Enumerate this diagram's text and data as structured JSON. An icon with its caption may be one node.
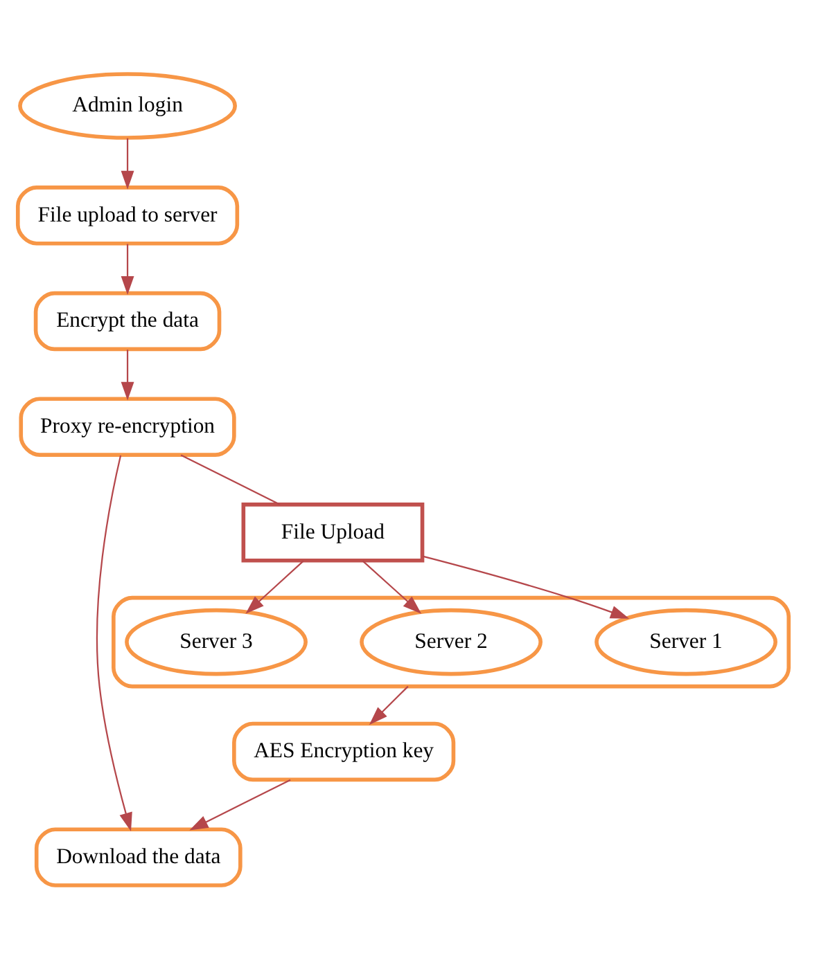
{
  "diagram": {
    "nodes": [
      {
        "text": [
          "Admin login"
        ]
      },
      {
        "text": [
          "File upload to server"
        ]
      },
      {
        "text": [
          "Encrypt the data"
        ]
      },
      {
        "text": [
          "Proxy re-encryption"
        ]
      },
      {
        "text": [
          "Download the data"
        ]
      },
      {
        "text": [
          "File Upload"
        ]
      },
      {
        "text": [],
        "shape": "ellipse"
      },
      {
        "text": [
          "Server 1"
        ],
        "in": 6
      },
      {
        "text": [
          "Server 2"
        ],
        "in": 6
      },
      {
        "text": [
          "Server 3"
        ],
        "in": 6
      },
      {
        "text": [
          "AES Encryption key"
        ]
      }
    ],
    "edges": [
      {
        "from": 0,
        "to": 1,
        "arrow": "to"
      },
      {
        "from": 1,
        "to": 2,
        "arrow": "to"
      },
      {
        "from": 2,
        "to": 3,
        "arrow": "to"
      },
      {
        "from": 3,
        "to": 4,
        "arrow": "to"
      },
      {
        "from": 3,
        "to": 5,
        "arrow": "none"
      },
      {
        "from": 5,
        "to": 7,
        "arrow": "to"
      },
      {
        "from": 5,
        "to": 8,
        "arrow": "to"
      },
      {
        "from": 5,
        "to": 9,
        "arrow": "to"
      },
      {
        "from": 6,
        "to": 10,
        "arrow": "to"
      },
      {
        "from": 10,
        "to": 4,
        "arrow": "to"
      }
    ]
  }
}
